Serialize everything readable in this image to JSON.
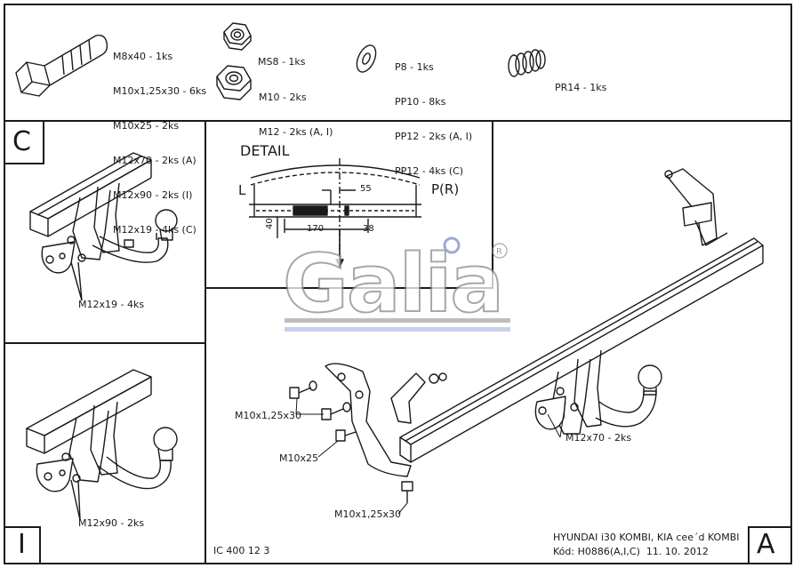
{
  "parts": {
    "bolts": [
      "M8x40 - 1ks",
      "M10x1,25x30 - 6ks",
      "M10x25 - 2ks",
      "M12x70 - 2ks (A)",
      "M12x90 - 2ks (I)",
      "M12x19 - 4ks (C)"
    ],
    "nuts_small": [
      "MS8 - 1ks"
    ],
    "nuts_large": [
      "M10 - 2ks",
      "M12 - 2ks (A, I)"
    ],
    "washers": [
      "P8 - 1ks",
      "PP10 - 8ks",
      "PP12 - 2ks (A, I)",
      "PP12 - 4ks (C)"
    ],
    "spring": [
      "PR14 - 1ks"
    ]
  },
  "panels": {
    "c": {
      "letter": "C",
      "label": "M12x19 - 4ks"
    },
    "i": {
      "letter": "I",
      "label": "M12x90 - 2ks"
    },
    "a": {
      "letter": "A"
    }
  },
  "detail": {
    "title": "DETAIL",
    "left": "L",
    "right": "P(R)",
    "dim_55": "55",
    "dim_170": "170",
    "dim_38": "38",
    "dim_40": "40"
  },
  "logo": "Galia",
  "main_labels": {
    "bolt_upper": "M10x1,25x30",
    "bolt_mid": "M10x25",
    "bolt_lower": "M10x1,25x30",
    "ball_bolt": "M12x70 - 2ks"
  },
  "footer": {
    "ic": "IC 400 12 3",
    "vehicle": "HYUNDAI i30 KOMBI, KIA cee´d KOMBI",
    "code": "Kód: H0886(A,I,C)  11. 10. 2012"
  }
}
